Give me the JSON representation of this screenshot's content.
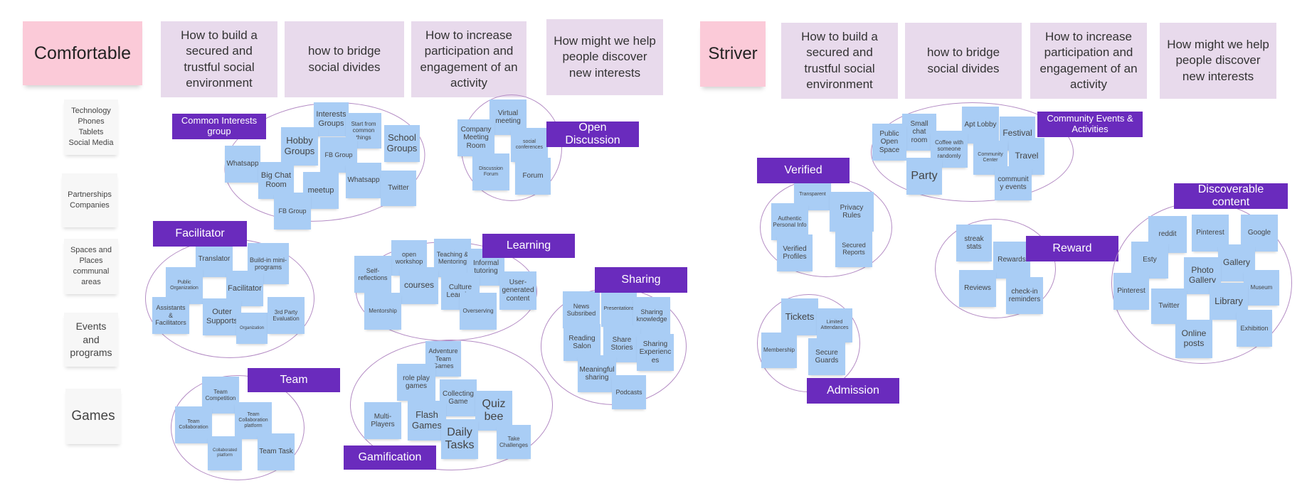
{
  "colors": {
    "header_pink": "#fbcad8",
    "question_lavender": "#e8daec",
    "sticky_blue": "#a9cdf5",
    "cluster_label_purple": "#6a2bbd",
    "cluster_outline": "#b48cc4",
    "category_card": "#f7f7f7"
  },
  "comfortable": {
    "persona": "Comfortable",
    "questions": [
      "How to build a secured and trustful social environment",
      "how to bridge social divides",
      "How to increase participation and engagement of an activity",
      "How might we help people discover new interests"
    ],
    "categories": [
      "Technology\nPhones\nTablets\nSocial Media",
      "Partnerships\nCompanies",
      "Spaces and\nPlaces\ncommunal\nareas",
      "Events\nand\nprograms",
      "Games"
    ],
    "clusters": {
      "common_interests": {
        "label": "Common Interests group",
        "notes": [
          "Interests Groups",
          "Start from common things",
          "Hobby Groups",
          "School Groups",
          "FB Group",
          "Whatsapp",
          "Big Chat Room",
          "Whatsapp",
          "meetup",
          "Twitter",
          "FB Group"
        ]
      },
      "open_discussion": {
        "label": "Open Discussion",
        "notes": [
          "Virtual meeting",
          "Company Meeting Room",
          "social conferences",
          "Discussion Forum",
          "Forum"
        ]
      },
      "facilitator": {
        "label": "Facilitator",
        "notes": [
          "Translator",
          "Build-in mini-programs",
          "Public Organization",
          "Facilitator",
          "Assistants & Facilitators",
          "Outer Supports",
          "Organization",
          "3rd Party Evaluation"
        ]
      },
      "learning": {
        "label": "Learning",
        "notes": [
          "open workshop",
          "Teaching & Mentoring",
          "Informal tutoring",
          "Self-reflections",
          "courses",
          "Culture Learning",
          "User-generated content",
          "Mentorship",
          "Overserving"
        ]
      },
      "sharing": {
        "label": "Sharing",
        "notes": [
          "News Subsribed",
          "Presentations",
          "Sharing knowledge",
          "Reading Salon",
          "Share Stories",
          "Sharing Experiences",
          "Meaningful sharing",
          "Podcasts"
        ]
      },
      "team": {
        "label": "Team",
        "notes": [
          "Team Competition",
          "Team Collaboration",
          "Team Collaboration platform",
          "Collaborated platform",
          "Team Task"
        ]
      },
      "gamification": {
        "label": "Gamification",
        "notes": [
          "Adventure Team Games",
          "role play games",
          "Collecting Game",
          "Quiz bee",
          "Multi-Players",
          "Flash Games",
          "Daily Tasks",
          "Take Challenges"
        ]
      }
    }
  },
  "striver": {
    "persona": "Striver",
    "questions": [
      "How to build a secured and trustful social environment",
      "how to bridge social divides",
      "How to increase participation and engagement of an activity",
      "How might we help people discover new interests"
    ],
    "clusters": {
      "community_events": {
        "label": "Community Events & Activities",
        "notes": [
          "Small chat room",
          "Apt Lobby",
          "Festival",
          "Public Open Space",
          "Coffee with someone randomly",
          "Community Center",
          "Travel",
          "Party",
          "community events"
        ]
      },
      "verified": {
        "label": "Verified",
        "notes": [
          "Transparent",
          "Authentic Personal Info",
          "Privacy Rules",
          "Verified Profiles",
          "Secured Reports"
        ]
      },
      "reward": {
        "label": "Reward",
        "notes": [
          "streak stats",
          "Rewards",
          "Reviews",
          "check-in reminders"
        ]
      },
      "discoverable": {
        "label": "Discoverable content",
        "notes": [
          "reddit",
          "Pinterest",
          "Google",
          "Esty",
          "Gallery",
          "Photo Gallery",
          "Museum",
          "Pinterest",
          "Twitter",
          "Library",
          "Online posts",
          "Exhibition"
        ]
      },
      "admission": {
        "label": "Admission",
        "notes": [
          "Tickets",
          "Limited Attendances",
          "Membership",
          "Secure Guards"
        ]
      }
    }
  }
}
